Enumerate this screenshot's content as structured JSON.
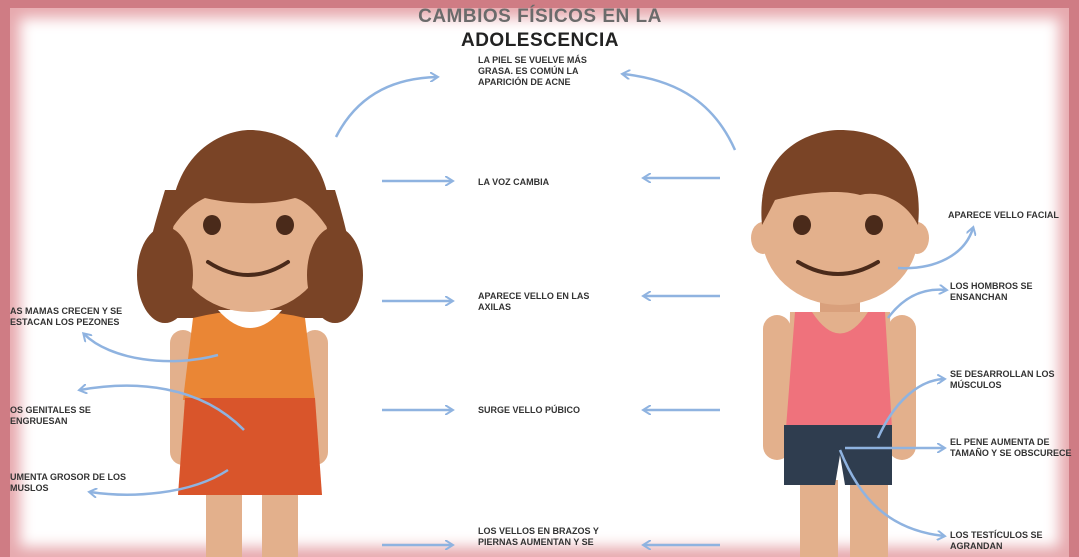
{
  "title": {
    "line1": "CAMBIOS FÍSICOS EN LA",
    "line2": "ADOLESCENCIA"
  },
  "center_changes": [
    "LA PIEL SE VUELVE MÁS GRASA. ES COMÚN LA APARICIÓN DE ACNE",
    "LA VOZ CAMBIA",
    "APARECE VELLO EN LAS AXILAS",
    "SURGE VELLO PÚBICO",
    "LOS VELLOS EN BRAZOS Y PIERNAS AUMENTAN Y SE"
  ],
  "girl_changes": [
    "AS MAMAS CRECEN Y SE ESTACAN LOS PEZONES",
    "OS GENITALES SE ENGRUESAN",
    "UMENTA GROSOR DE LOS MUSLOS"
  ],
  "boy_changes": [
    "APARECE VELLO FACIAL",
    "LOS HOMBROS SE ENSANCHAN",
    "SE DESARROLLAN LOS MÚSCULOS",
    "EL PENE AUMENTA DE TAMAÑO Y SE OBSCURECE",
    "LOS TESTÍCULOS SE AGRANDAN"
  ],
  "colors": {
    "frame": "#cf7c84",
    "arrow": "#8fb3e0",
    "hair": "#7a4426",
    "skin": "#e3b08c",
    "girl_top": "#ea8635",
    "girl_skirt": "#d9552b",
    "boy_tank": "#ef727c",
    "boy_shorts": "#2f3d4f"
  }
}
